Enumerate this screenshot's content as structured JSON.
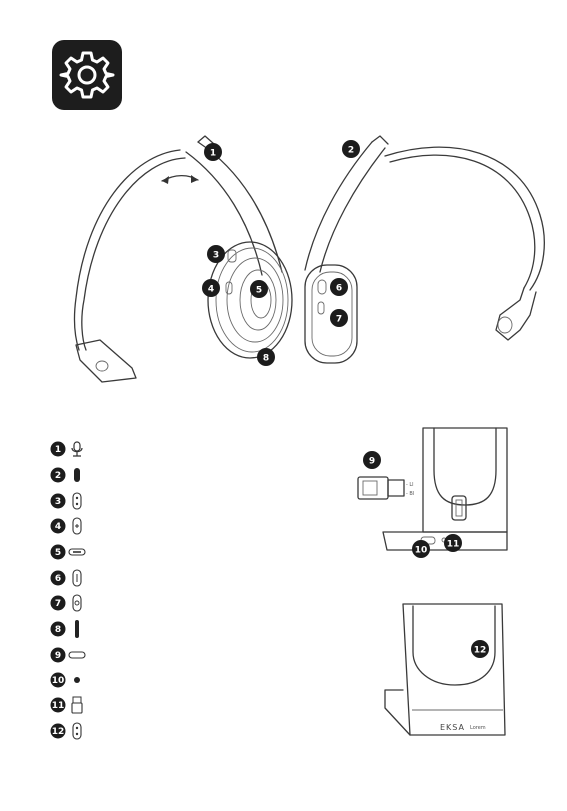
{
  "settings_icon": "gear-icon",
  "brand_text": "EKSA",
  "brand_sub": "Lorem",
  "legend": [
    {
      "num": "1",
      "icon": "microphone-icon"
    },
    {
      "num": "2",
      "icon": "bar-icon"
    },
    {
      "num": "3",
      "icon": "two-dot-button-icon"
    },
    {
      "num": "4",
      "icon": "plus-button-icon"
    },
    {
      "num": "5",
      "icon": "usb-c-port-icon"
    },
    {
      "num": "6",
      "icon": "slot-button-icon"
    },
    {
      "num": "7",
      "icon": "power-button-icon"
    },
    {
      "num": "8",
      "icon": "long-bar-icon"
    },
    {
      "num": "9",
      "icon": "port-icon"
    },
    {
      "num": "10",
      "icon": "indicator-dot-icon"
    },
    {
      "num": "11",
      "icon": "usb-dongle-icon"
    },
    {
      "num": "12",
      "icon": "two-dot-button-icon"
    }
  ],
  "callouts": [
    "1",
    "2",
    "3",
    "4",
    "5",
    "6",
    "7",
    "8",
    "9",
    "10",
    "11",
    "12"
  ]
}
